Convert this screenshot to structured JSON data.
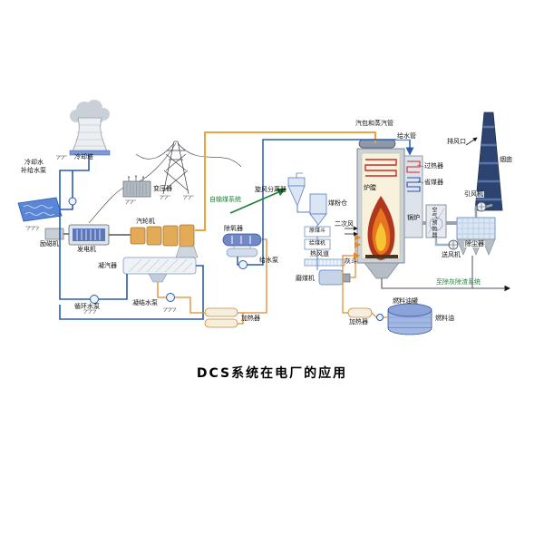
{
  "title": "DCS系统在电厂的应用",
  "labels": {
    "cooling_tower": "冷却塔",
    "makeup_l1": "冷却水",
    "makeup_l2": "补给水泵",
    "transformer": "变压器",
    "exciter": "励磁机",
    "generator": "发电机",
    "steam_turbine": "汽轮机",
    "condenser": "凝汽器",
    "circulating_pump": "循环水泵",
    "condensate_pump": "凝结水泵",
    "lp_heater": "加热器",
    "deaerator": "除氧器",
    "feed_pump": "给水泵",
    "coal_conveying": "自输煤系统",
    "cyclone": "旋风分离器",
    "coal_bunker": "煤粉仓",
    "raw_coal_hopper": "原煤斗",
    "coal_feeder": "给煤机",
    "secondary_air": "二次风",
    "hot_air_duct": "热风道",
    "coal_mill": "磨煤机",
    "ash_hopper": "灰斗",
    "furnace": "炉膛",
    "boiler": "锅炉",
    "superheater": "过热器",
    "economizer": "省煤器",
    "air_preheater": "空气预热器",
    "fd_fan": "送风机",
    "id_fan": "引风机",
    "dust_collector": "除尘器",
    "stack": "烟囱",
    "air_outlet": "排风口",
    "feedwater_pipe": "给水管",
    "drum_steam_pipe": "汽包和蒸汽管",
    "ash_removal": "至除灰除渣系统",
    "fuel_tank": "燃料油罐",
    "fuel_oil": "燃料油",
    "oil_heater": "加热器"
  },
  "colors": {
    "water_pipe": "#2b5cad",
    "steam_pipe": "#eba43f",
    "condensate_pipe": "#e08a2a",
    "coal_system_green": "#1e7d35",
    "flame_outer": "#b0371c",
    "flame_mid": "#e8741f",
    "flame_core": "#f6c531",
    "chimney": "#2e4470"
  }
}
